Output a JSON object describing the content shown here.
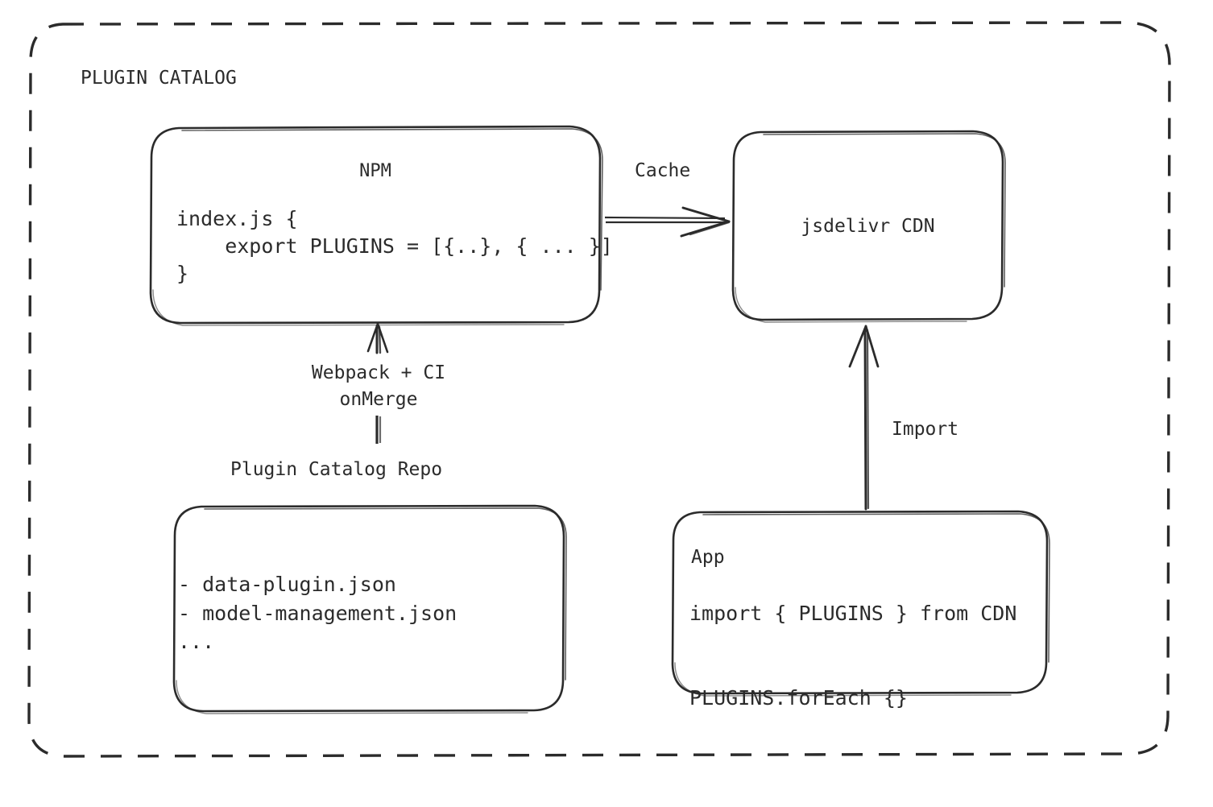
{
  "diagram": {
    "group": {
      "title": "PLUGIN CATALOG",
      "border_style": "dashed",
      "border_color": "#2b2b2b"
    },
    "colors": {
      "stroke": "#2b2b2b",
      "text": "#2b2b2b",
      "background": "#ffffff"
    },
    "nodes": {
      "npm": {
        "title": "NPM",
        "code": "index.js {\n    export PLUGINS = [{..}, { ... }]\n}"
      },
      "cdn": {
        "title": "jsdelivr CDN"
      },
      "repo": {
        "caption": "Plugin Catalog Repo",
        "items": "- data-plugin.json\n- model-management.json\n..."
      },
      "app": {
        "title": "App",
        "code": "import { PLUGINS } from CDN\n\nPLUGINS.forEach {}"
      }
    },
    "edges": {
      "npm_to_cdn": {
        "label": "Cache",
        "from": "npm",
        "to": "cdn",
        "direction": "right"
      },
      "repo_to_npm": {
        "label": "Webpack + CI\nonMerge",
        "from": "repo",
        "to": "npm",
        "direction": "up"
      },
      "app_to_cdn": {
        "label": "Import",
        "from": "app",
        "to": "cdn",
        "direction": "up"
      }
    }
  }
}
